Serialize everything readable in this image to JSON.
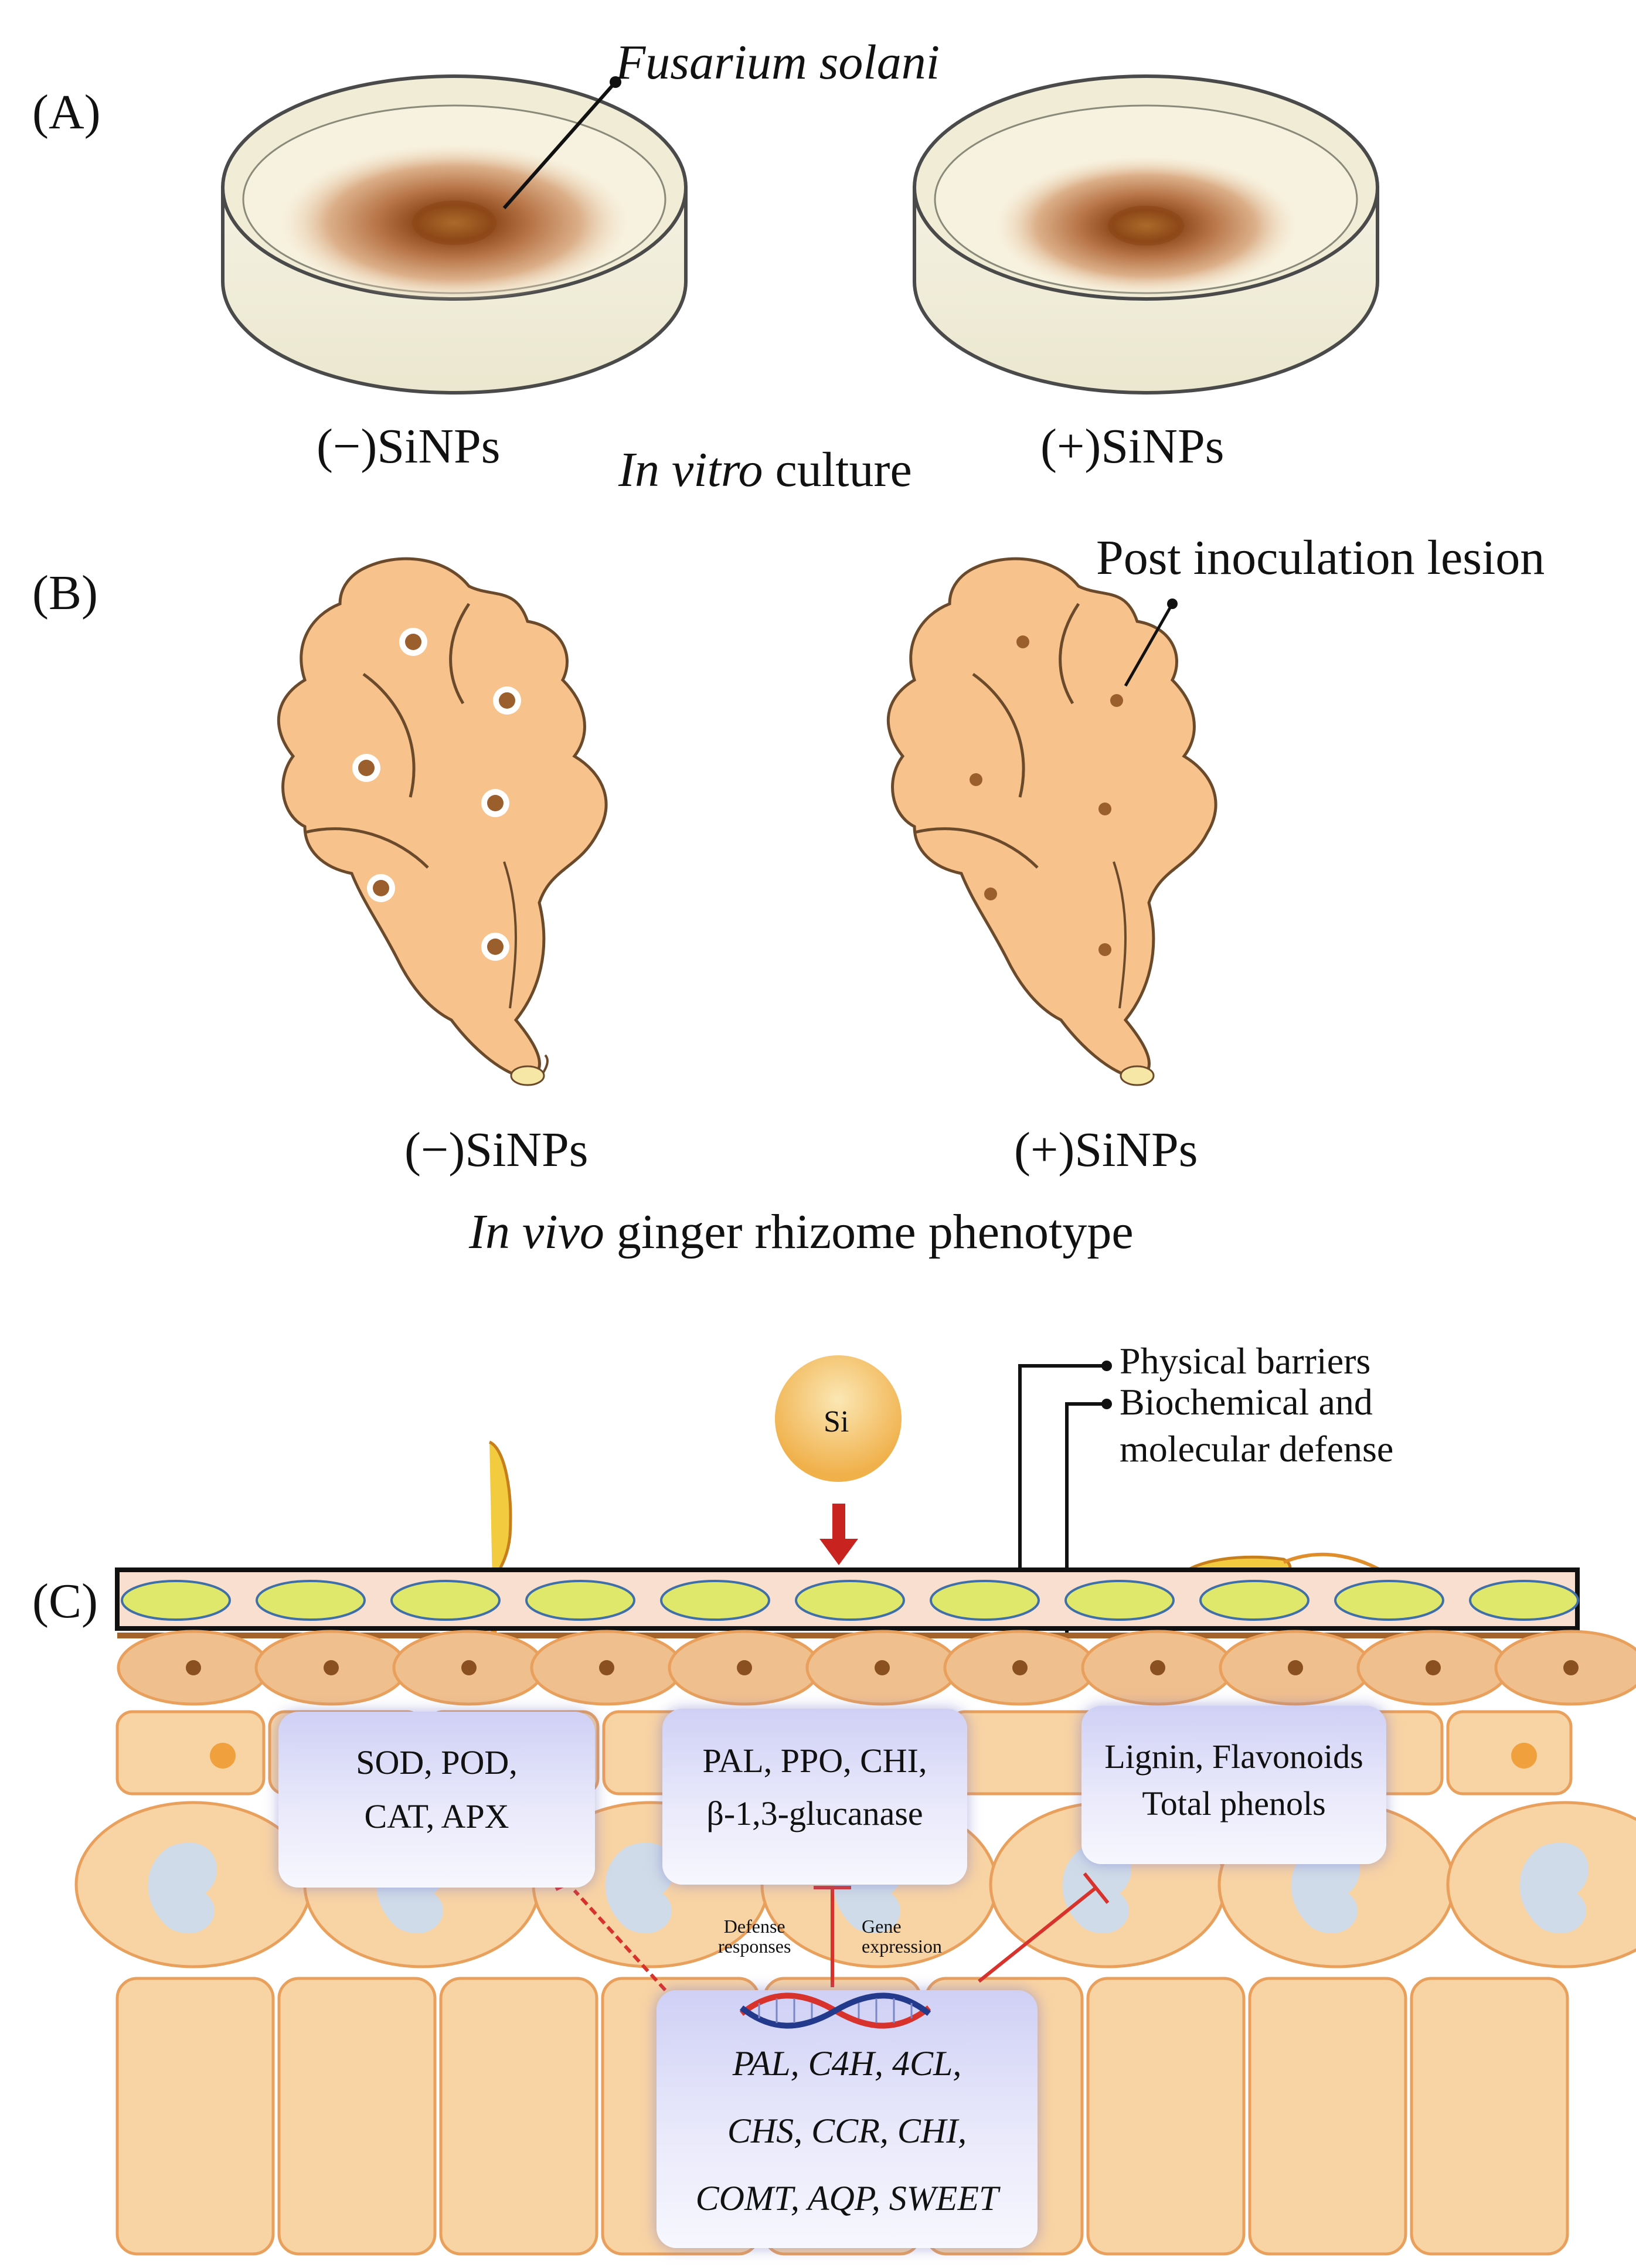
{
  "panels": {
    "a": {
      "letter": "(A)",
      "pathogen_label": "Fusarium solani",
      "left_label": "(−)SiNPs",
      "right_label": "(+)SiNPs",
      "caption_italic": "In vitro",
      "caption_rest": " culture"
    },
    "b": {
      "letter": "(B)",
      "lesion_label": "Post inoculation lesion",
      "left_label": "(−)SiNPs",
      "right_label": "(+)SiNPs",
      "caption_italic": "In vivo",
      "caption_rest": " ginger rhizome phenotype"
    },
    "c": {
      "letter": "(C)",
      "si_label": "Si",
      "legend_physical": "Physical barriers",
      "legend_biochem_1": "Biochemical and",
      "legend_biochem_2": "molecular defense",
      "box_antioxidant_1": "SOD, POD,",
      "box_antioxidant_2": "CAT, APX",
      "box_enzyme_1": "PAL, PPO, CHI,",
      "box_enzyme_2": "β-1,3-glucanase",
      "box_metabolite_1": "Lignin, Flavonoids",
      "box_metabolite_2": "Total phenols",
      "defense_1": "Defense",
      "defense_2": "responses",
      "gene_expr_1": "Gene",
      "gene_expr_2": "expression",
      "genes_1": "PAL, C4H, 4CL,",
      "genes_2": "CHS, CCR, CHI,",
      "genes_3": "COMT, AQP, SWEET"
    }
  },
  "colors": {
    "rhizome": "#f7c28c",
    "rhizome_outline": "#6b4a2c",
    "lesion": "#9b5f2e",
    "fungus": "#f2cb3e",
    "cell_fill": "#f8d3a4",
    "cell_outline": "#e8a05c",
    "box_fill": "#d6d7f6",
    "inhibit": "#d7322c"
  }
}
